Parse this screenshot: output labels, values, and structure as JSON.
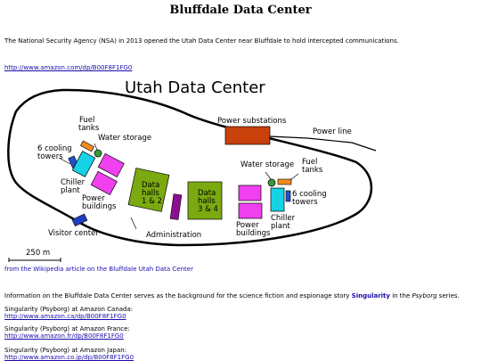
{
  "page": {
    "title": "Bluffdale Data Center",
    "intro": "The National Security Agency (NSA) in 2013 opened the Utah Data Center near Bluffdale to hold intercepted communications.",
    "top_link": "http://www.amazon.com/dp/B00F8F1FG0",
    "source_link": "from the Wikipedia article on the Bluffdale Utah Data Center",
    "info": {
      "before": "Information on the Bluffdale Data Center serves as the background for the science fiction and espionage story ",
      "link": "Singularity",
      "middle": " in the ",
      "italic": "Psyborg",
      "after": " series."
    },
    "stores": [
      {
        "label": "Singularity (Psyborg) at Amazon Canada:",
        "url": "http://www.amazon.ca/dp/B00F8F1FG0"
      },
      {
        "label": "Singularity (Psyborg) at Amazon France:",
        "url": "http://www.amazon.fr/dp/B00F8F1FG0"
      },
      {
        "label": "Singularity (Psyborg) at Amazon Japan:",
        "url": "http://www.amazon.co.jp/dp/B00F8F1FG0"
      }
    ]
  },
  "map": {
    "title": "Utah Data Center",
    "labels": {
      "fuel_tanks_left_1": "Fuel",
      "fuel_tanks_left_2": "tanks",
      "water_storage_left": "Water storage",
      "cooling_left_1": "6 cooling",
      "cooling_left_2": "towers",
      "chiller_left_1": "Chiller",
      "chiller_left_2": "plant",
      "power_buildings_left_1": "Power",
      "power_buildings_left_2": "buildings",
      "visitor_center": "Visitor center",
      "data_halls_12_1": "Data",
      "data_halls_12_2": "halls",
      "data_halls_12_3": "1 & 2",
      "data_halls_34_1": "Data",
      "data_halls_34_2": "halls",
      "data_halls_34_3": "3 & 4",
      "administration": "Administration",
      "power_substations": "Power substations",
      "power_line": "Power line",
      "water_storage_right": "Water storage",
      "fuel_tanks_right_1": "Fuel",
      "fuel_tanks_right_2": "tanks",
      "cooling_right_1": "6 cooling",
      "cooling_right_2": "towers",
      "chiller_right_1": "Chiller",
      "chiller_right_2": "plant",
      "power_buildings_right_1": "Power",
      "power_buildings_right_2": "buildings",
      "scale": "250 m"
    },
    "colors": {
      "fuel": "#f08c1e",
      "water": "#3a9a3a",
      "cooling": "#2050c8",
      "chiller": "#16d2e6",
      "power_buildings": "#f040f0",
      "data_halls": "#7aaa10",
      "administration": "#8a1090",
      "substation": "#c8400a",
      "visitor": "#2040c0"
    }
  }
}
